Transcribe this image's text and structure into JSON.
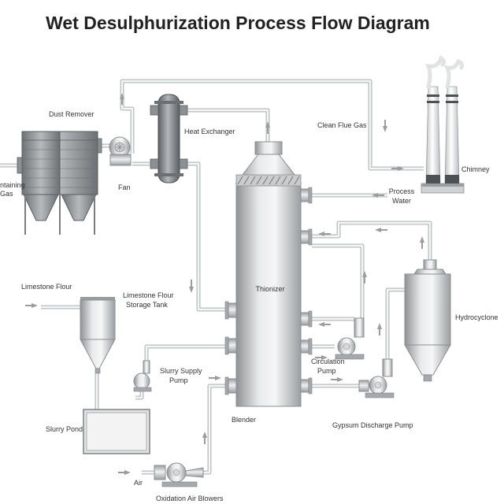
{
  "title": "Wet Desulphurization Process Flow Diagram",
  "labels": {
    "dust_remover": "Dust Remover",
    "heat_exchanger": "Heat Exchanger",
    "clean_flue_gas": "Clean Flue Gas",
    "chimney": "Chimney",
    "sulfur_gas_1": "ntaining",
    "sulfur_gas_2": "Gas",
    "fan": "Fan",
    "process_water_1": "Process",
    "process_water_2": "Water",
    "limestone_flour": "Limestone Flour",
    "storage_tank_1": "Limestone Flour",
    "storage_tank_2": "Storage Tank",
    "thionizer": "Thionizer",
    "hydrocyclone": "Hydrocyclone",
    "slurry_supply_1": "Slurry Supply",
    "slurry_supply_2": "Pump",
    "circulation_1": "Circulation",
    "circulation_2": "Pump",
    "slurry_pond": "Slurry Pond",
    "blender": "Blender",
    "gypsum_pump": "Gypsum Discharge Pump",
    "air": "Air",
    "oxidation_blowers": "Oxidation Air Blowers"
  }
}
